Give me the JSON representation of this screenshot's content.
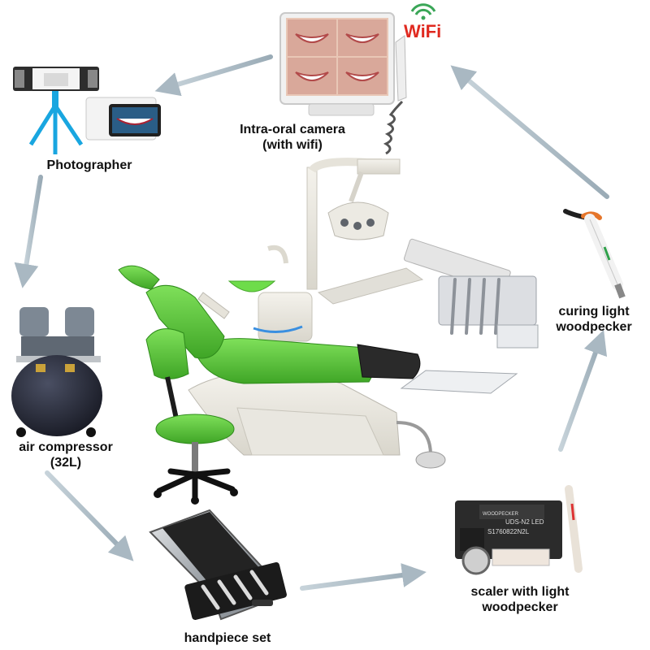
{
  "center": {
    "name": "dental-chair-unit",
    "accent_color": "#5cc83a"
  },
  "items": [
    {
      "id": "intraoral-camera",
      "label_lines": [
        "Intra-oral camera",
        "(with wifi)"
      ],
      "badge": "WiFi"
    },
    {
      "id": "photographer",
      "label_lines": [
        "Photographer"
      ]
    },
    {
      "id": "air-compressor",
      "label_lines": [
        "air compressor",
        "(32L)"
      ]
    },
    {
      "id": "handpiece-set",
      "label_lines": [
        "handpiece set"
      ]
    },
    {
      "id": "scaler",
      "label_lines": [
        "scaler with light",
        "woodpecker"
      ],
      "device_text": [
        "WOODPECKER",
        "UDS-N2 LED",
        "S1760822N2L"
      ]
    },
    {
      "id": "curing-light",
      "label_lines": [
        "curing light",
        "woodpecker"
      ]
    }
  ],
  "colors": {
    "arrow": "#a9b8c2",
    "wifi_blue": "#1e63c8",
    "wifi_red": "#e02a20",
    "tripod": "#19a6e0",
    "chair_green": "#5cc83a"
  }
}
